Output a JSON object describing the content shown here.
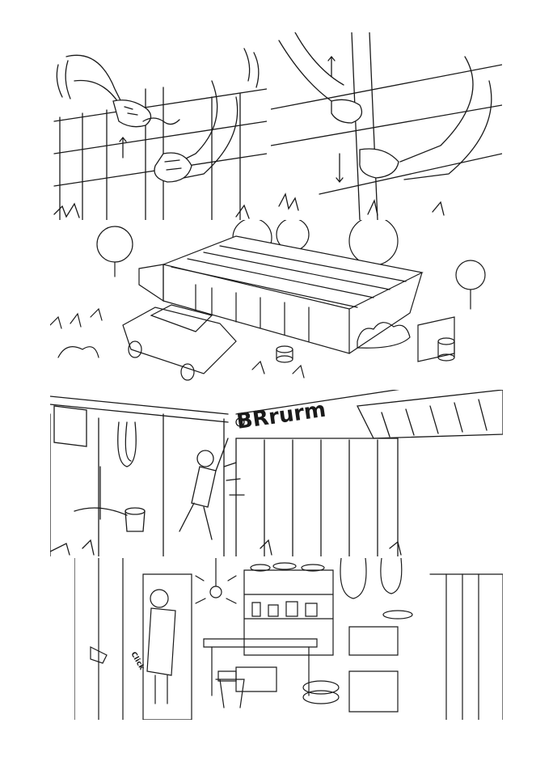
{
  "page": {
    "title": "",
    "ink_color": "#1a1a1a",
    "paper_color": "#ffffff"
  },
  "panels": [
    {
      "id": "p1",
      "subject": "hands-tying-fence"
    },
    {
      "id": "p2",
      "subject": "hands-pulling-post"
    },
    {
      "id": "p3",
      "subject": "farm-shed-overview"
    },
    {
      "id": "p4",
      "subject": "shed-door-opening"
    },
    {
      "id": "p5",
      "subject": "shed-interior"
    }
  ],
  "sfx": {
    "door_rumble": "BRrurm",
    "click": "Click"
  },
  "icons": [
    "hand-icon",
    "fence-icon",
    "shed-icon",
    "car-icon",
    "tree-icon",
    "lightbulb-icon",
    "bucket-icon",
    "pickaxe-icon"
  ]
}
